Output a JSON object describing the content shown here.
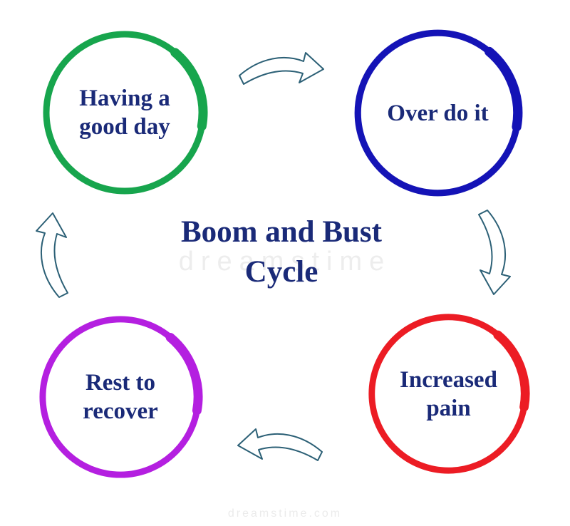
{
  "title": {
    "line1": "Boom and Bust",
    "line2": "Cycle"
  },
  "nodes": [
    {
      "id": "having-a-good-day",
      "label": "Having a good day",
      "color": "#17a54d"
    },
    {
      "id": "over-do-it",
      "label": "Over do it",
      "color": "#1413b6"
    },
    {
      "id": "increased-pain",
      "label": "Increased pain",
      "color": "#ec1c24"
    },
    {
      "id": "rest-to-recover",
      "label": "Rest to recover",
      "color": "#b41fe0"
    }
  ],
  "arrows": [
    {
      "id": "arrow-top",
      "from": "having-a-good-day",
      "to": "over-do-it"
    },
    {
      "id": "arrow-right",
      "from": "over-do-it",
      "to": "increased-pain"
    },
    {
      "id": "arrow-bottom",
      "from": "increased-pain",
      "to": "rest-to-recover"
    },
    {
      "id": "arrow-left",
      "from": "rest-to-recover",
      "to": "having-a-good-day"
    }
  ],
  "colors": {
    "text": "#1a2a78",
    "arrow_stroke": "#2c6076",
    "background": "#ffffff"
  },
  "watermark": {
    "brand": "dreamstime",
    "site": "dreamstime.com"
  }
}
